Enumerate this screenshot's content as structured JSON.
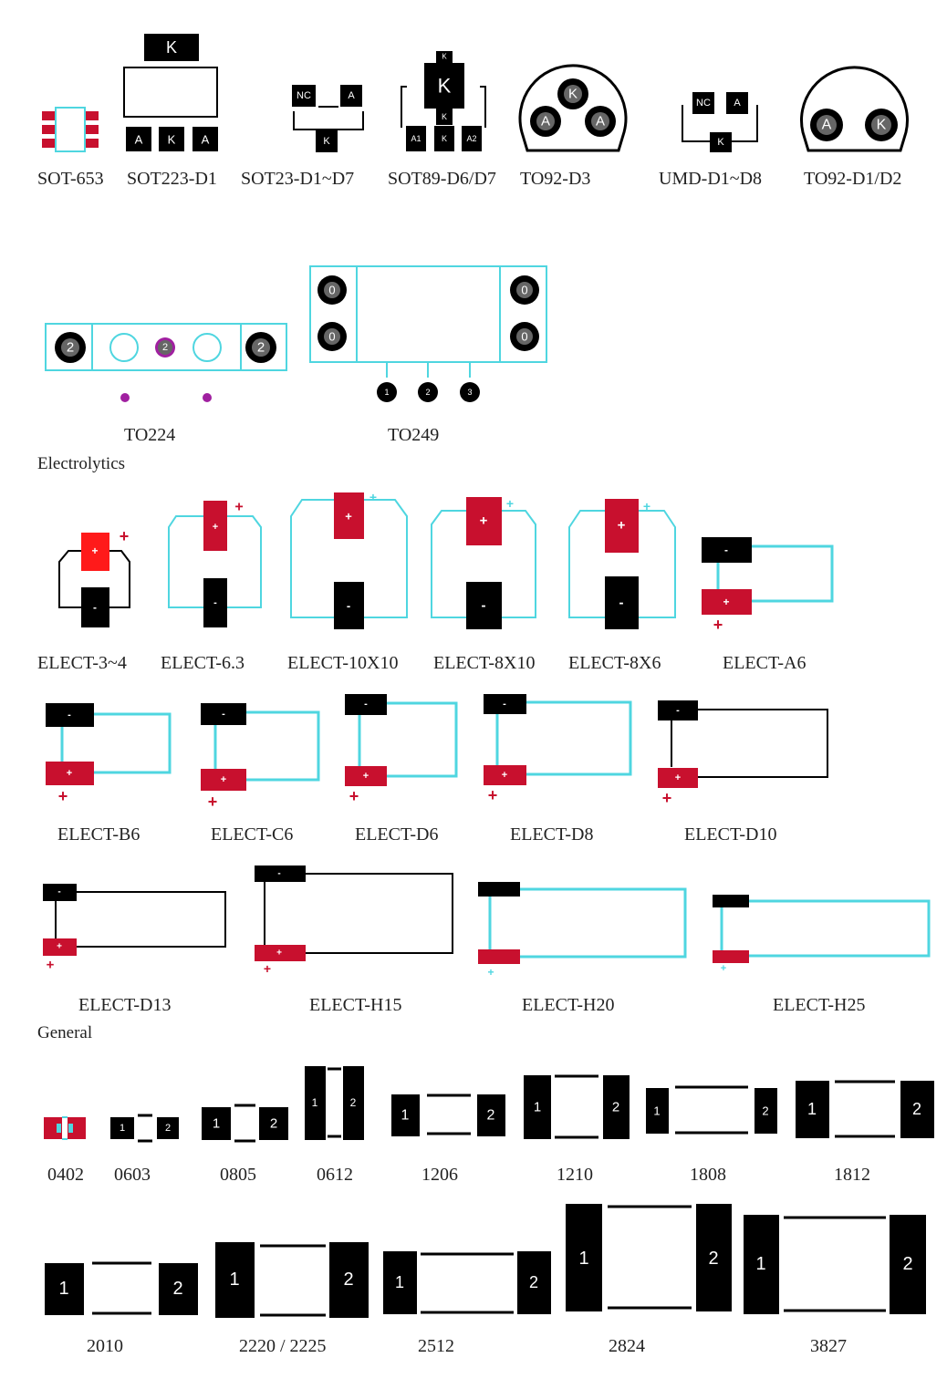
{
  "colors": {
    "pad_black": "#000000",
    "pad_red": "#c8102e",
    "outline_cyan": "#4fd6e0",
    "pin_purple": "#a020a0",
    "text": "#222222"
  },
  "sections": {
    "electrolytics": "Electrolytics",
    "general": "General"
  },
  "discrete": {
    "labels": [
      "SOT-653",
      "SOT223-D1",
      "SOT23-D1~D7",
      "SOT89-D6/D7",
      "TO92-D3",
      "UMD-D1~D8",
      "TO92-D1/D2"
    ],
    "sot223_pins": [
      "K",
      "A",
      "K",
      "A"
    ],
    "sot23_pins": [
      "NC",
      "A",
      "K"
    ],
    "sot89_pins": [
      "K",
      "K",
      "A1",
      "K",
      "K",
      "A2"
    ],
    "to92_d3_pins": [
      "K",
      "A",
      "A"
    ],
    "umd_pins": [
      "NC",
      "A",
      "K"
    ],
    "to92_d1_pins": [
      "A",
      "K"
    ]
  },
  "power": {
    "labels": [
      "TO224",
      "TO249"
    ],
    "to224_pins": [
      "2",
      "2",
      "2"
    ],
    "to249_pins": [
      "0",
      "0",
      "0",
      "0",
      "1",
      "2",
      "3"
    ]
  },
  "electrolytics": {
    "labels": [
      "ELECT-3~4",
      "ELECT-6.3",
      "ELECT-10X10",
      "ELECT-8X10",
      "ELECT-8X6",
      "ELECT-A6",
      "ELECT-B6",
      "ELECT-C6",
      "ELECT-D6",
      "ELECT-D8",
      "ELECT-D10",
      "ELECT-D13",
      "ELECT-H15",
      "ELECT-H20",
      "ELECT-H25"
    ],
    "pos_sign": "+",
    "neg_sign": "-"
  },
  "general": {
    "labels": [
      "0402",
      "0603",
      "0805",
      "0612",
      "1206",
      "1210",
      "1808",
      "1812",
      "2010",
      "2220 / 2225",
      "2512",
      "2824",
      "3827"
    ],
    "pad1": "1",
    "pad2": "2"
  }
}
